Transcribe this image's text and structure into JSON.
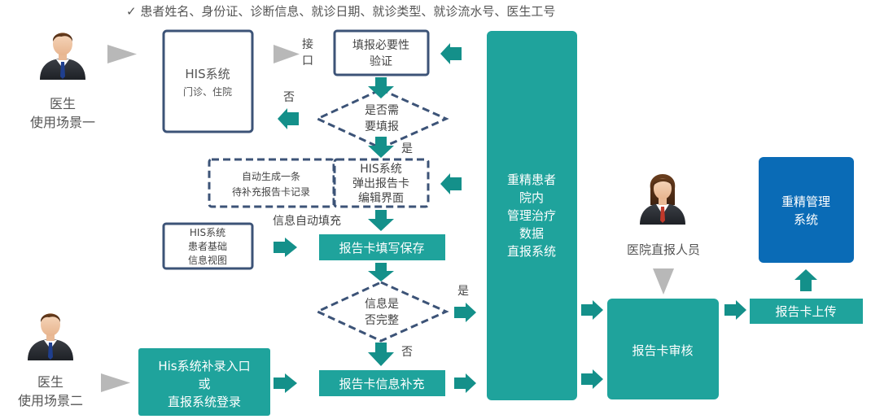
{
  "header_note": "✓ 患者姓名、身份证、诊断信息、就诊日期、就诊类型、就诊流水号、医生工号",
  "actors": {
    "doctor1": [
      "医生",
      "使用场景一"
    ],
    "doctor2": [
      "医生",
      "使用场景二"
    ],
    "reporter": "医院直报人员"
  },
  "boxes": {
    "his_system": [
      "HIS系统",
      "门诊、住院"
    ],
    "required_check": [
      "填报必要性",
      "验证"
    ],
    "need_fill": [
      "是否需",
      "要填报"
    ],
    "auto_record": [
      "自动生成一条",
      "待补充报告卡记录"
    ],
    "popup_editor": [
      "HIS系统",
      "弹出报告卡",
      "编辑界面"
    ],
    "patient_view": [
      "HIS系统",
      "患者基础",
      "信息视图"
    ],
    "save_card": "报告卡填写保存",
    "info_complete": [
      "信息是",
      "否完整"
    ],
    "supplement_entry": [
      "His系统补录入口",
      "或",
      "直报系统登录"
    ],
    "supplement_card": "报告卡信息补充",
    "direct_system": [
      "重精患者",
      "院内",
      "管理治疗",
      "数据",
      "直报系统"
    ],
    "review": "报告卡审核",
    "upload": "报告卡上传",
    "mgmt_system": [
      "重精管理",
      "系统"
    ]
  },
  "labels": {
    "interface": [
      "接",
      "口"
    ],
    "no_top": "否",
    "yes_mid": "是",
    "auto_fill": "信息自动填充",
    "yes_right": "是",
    "no_bottom": "否"
  },
  "colors": {
    "teal": "#1fa39c",
    "teal_arrow": "#14908a",
    "navy": "#3c5377",
    "blue": "#0a6bb6",
    "gray_arrow": "#b8b8b8",
    "text_gray": "#555555"
  }
}
